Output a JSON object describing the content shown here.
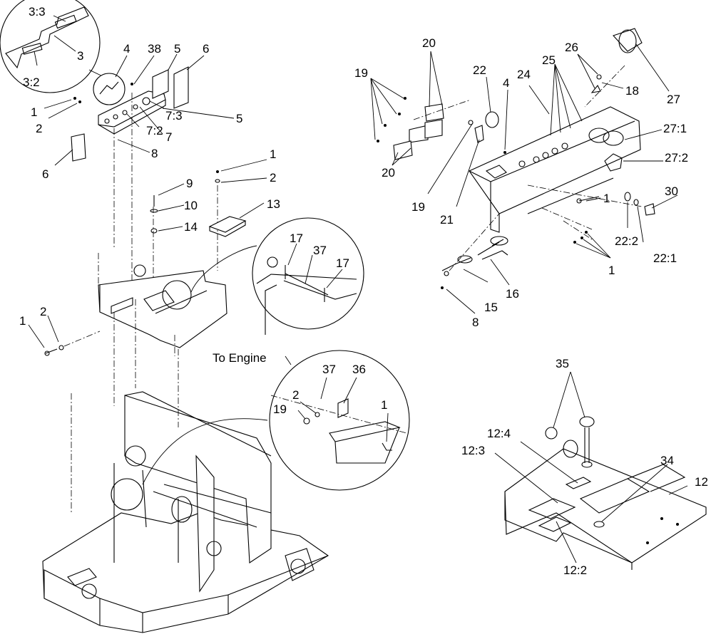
{
  "labels": {
    "n3_3": "3:3",
    "n3": "3",
    "n3_2": "3:2",
    "n4a": "4",
    "n38": "38",
    "n5a": "5",
    "n6a": "6",
    "n5b": "5",
    "n1a": "1",
    "n2a": "2",
    "n7_3": "7:3",
    "n7_2": "7:2",
    "n7": "7",
    "n6b": "6",
    "n8a": "8",
    "n9": "9",
    "n10": "10",
    "n14": "14",
    "n1b": "1",
    "n2b": "2",
    "n13": "13",
    "n17a": "17",
    "n37a": "37",
    "n17b": "17",
    "n1c": "1",
    "n2c": "2",
    "to_engine": "To Engine",
    "n37b": "37",
    "n36": "36",
    "n2d": "2",
    "n19a": "19",
    "n1d": "1",
    "n19b": "19",
    "n20a": "20",
    "n20b": "20",
    "n22": "22",
    "n4b": "4",
    "n24": "24",
    "n25": "25",
    "n26": "26",
    "n18": "18",
    "n27": "27",
    "n27_1": "27:1",
    "n27_2": "27:2",
    "n19c": "19",
    "n21": "21",
    "n1e": "1",
    "n30": "30",
    "n22_2": "22:2",
    "n22_1": "22:1",
    "n1f": "1",
    "n16": "16",
    "n15": "15",
    "n8b": "8",
    "n35": "35",
    "n12_4": "12:4",
    "n12_3": "12:3",
    "n34": "34",
    "n12": "12",
    "n12_2": "12:2"
  }
}
